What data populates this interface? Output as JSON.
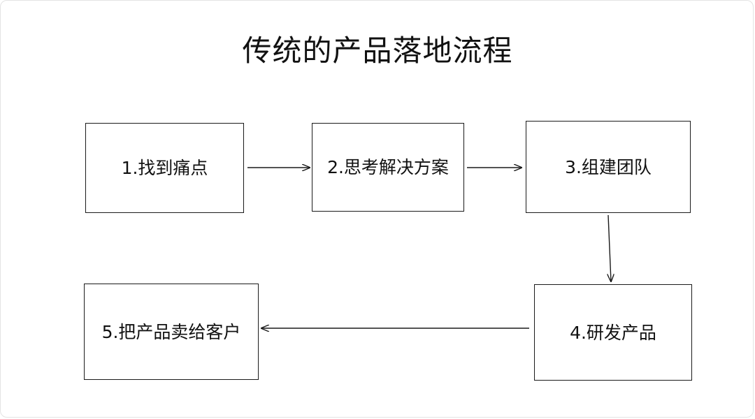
{
  "title": "传统的产品落地流程",
  "steps": [
    {
      "label": "1.找到痛点"
    },
    {
      "label": "2.思考解决方案"
    },
    {
      "label": "3.组建团队"
    },
    {
      "label": "4.研发产品"
    },
    {
      "label": "5.把产品卖给客户"
    }
  ],
  "connections": [
    {
      "from": "1.找到痛点",
      "to": "2.思考解决方案"
    },
    {
      "from": "2.思考解决方案",
      "to": "3.组建团队"
    },
    {
      "from": "3.组建团队",
      "to": "4.研发产品"
    },
    {
      "from": "4.研发产品",
      "to": "5.把产品卖给客户"
    }
  ],
  "colors": {
    "stroke": "#1a1a1a",
    "background": "#ffffff"
  }
}
